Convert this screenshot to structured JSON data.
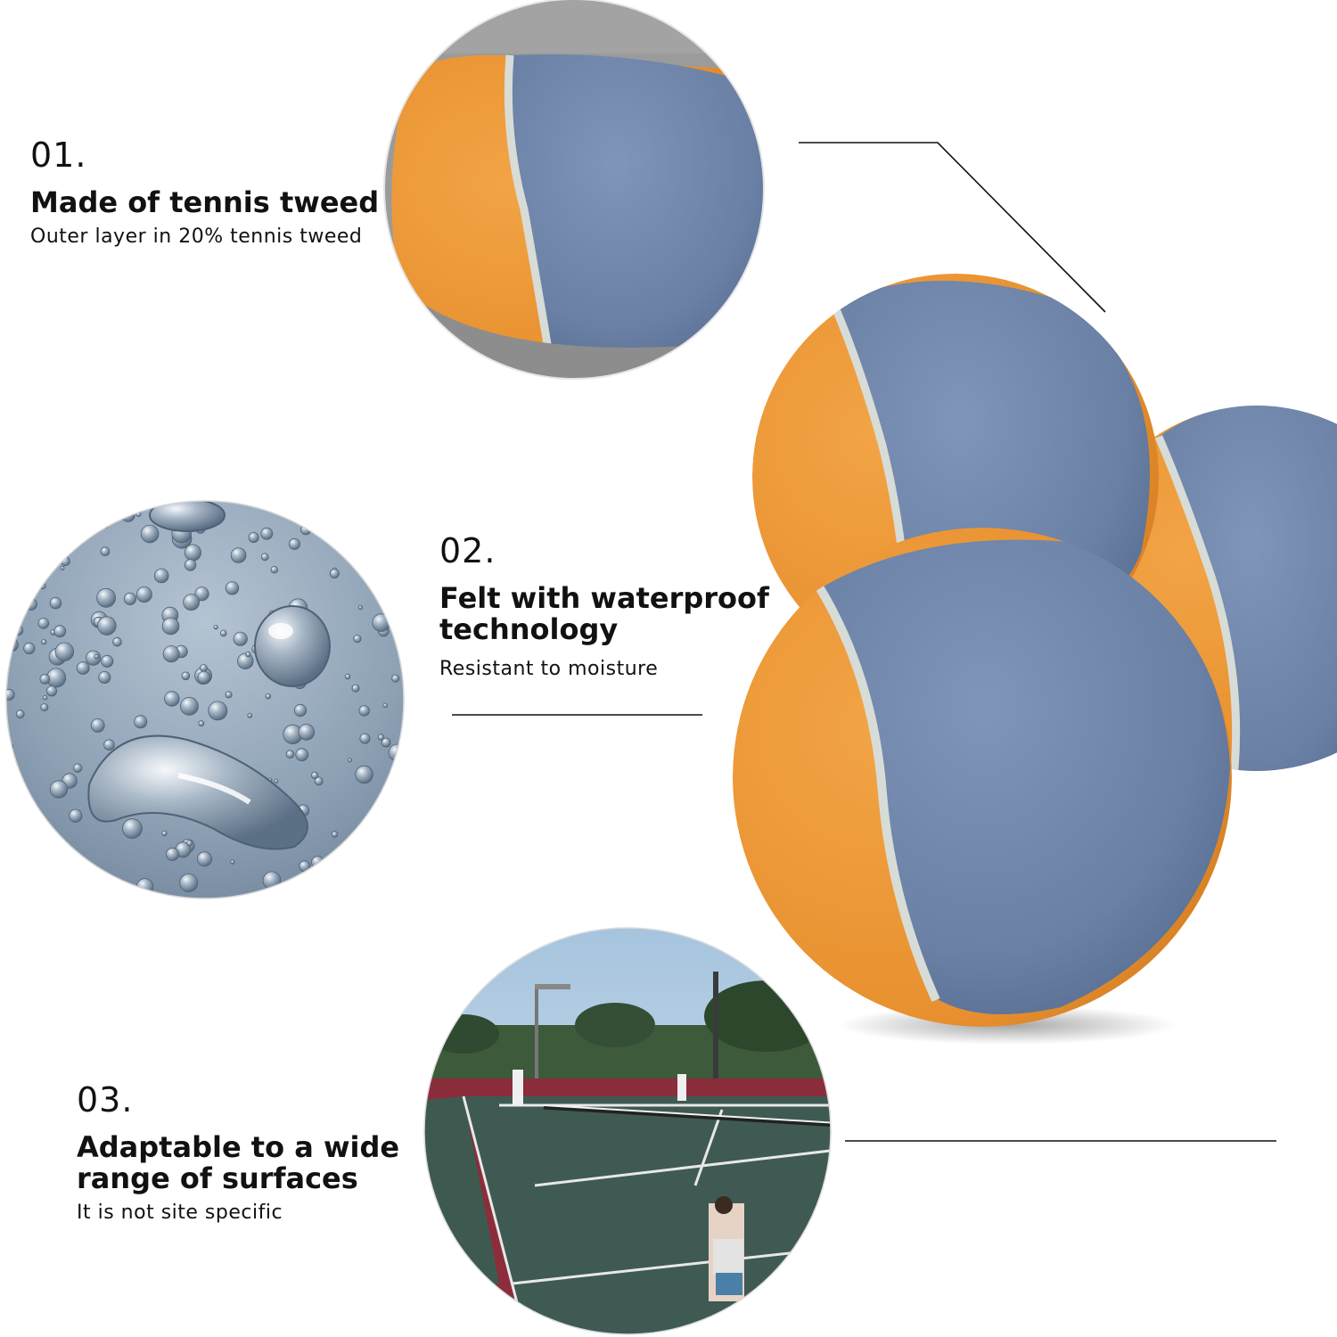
{
  "features": [
    {
      "number": "01.",
      "title": "Made of tennis tweed",
      "description": "Outer layer in 20% tennis tweed"
    },
    {
      "number": "02.",
      "title": "Felt with waterproof\ntechnology",
      "description": "Resistant to moisture"
    },
    {
      "number": "03.",
      "title": "Adaptable to a wide\nrange of surfaces",
      "description": "It is not site specific"
    }
  ],
  "colors": {
    "felt_blue": "#6f86ab",
    "felt_orange": "#eb9433",
    "seam": "#d8dcd6",
    "water": "#8fa2b6",
    "court_green": "#3f5a52",
    "court_red": "#8b2d3a",
    "text": "#111111"
  }
}
